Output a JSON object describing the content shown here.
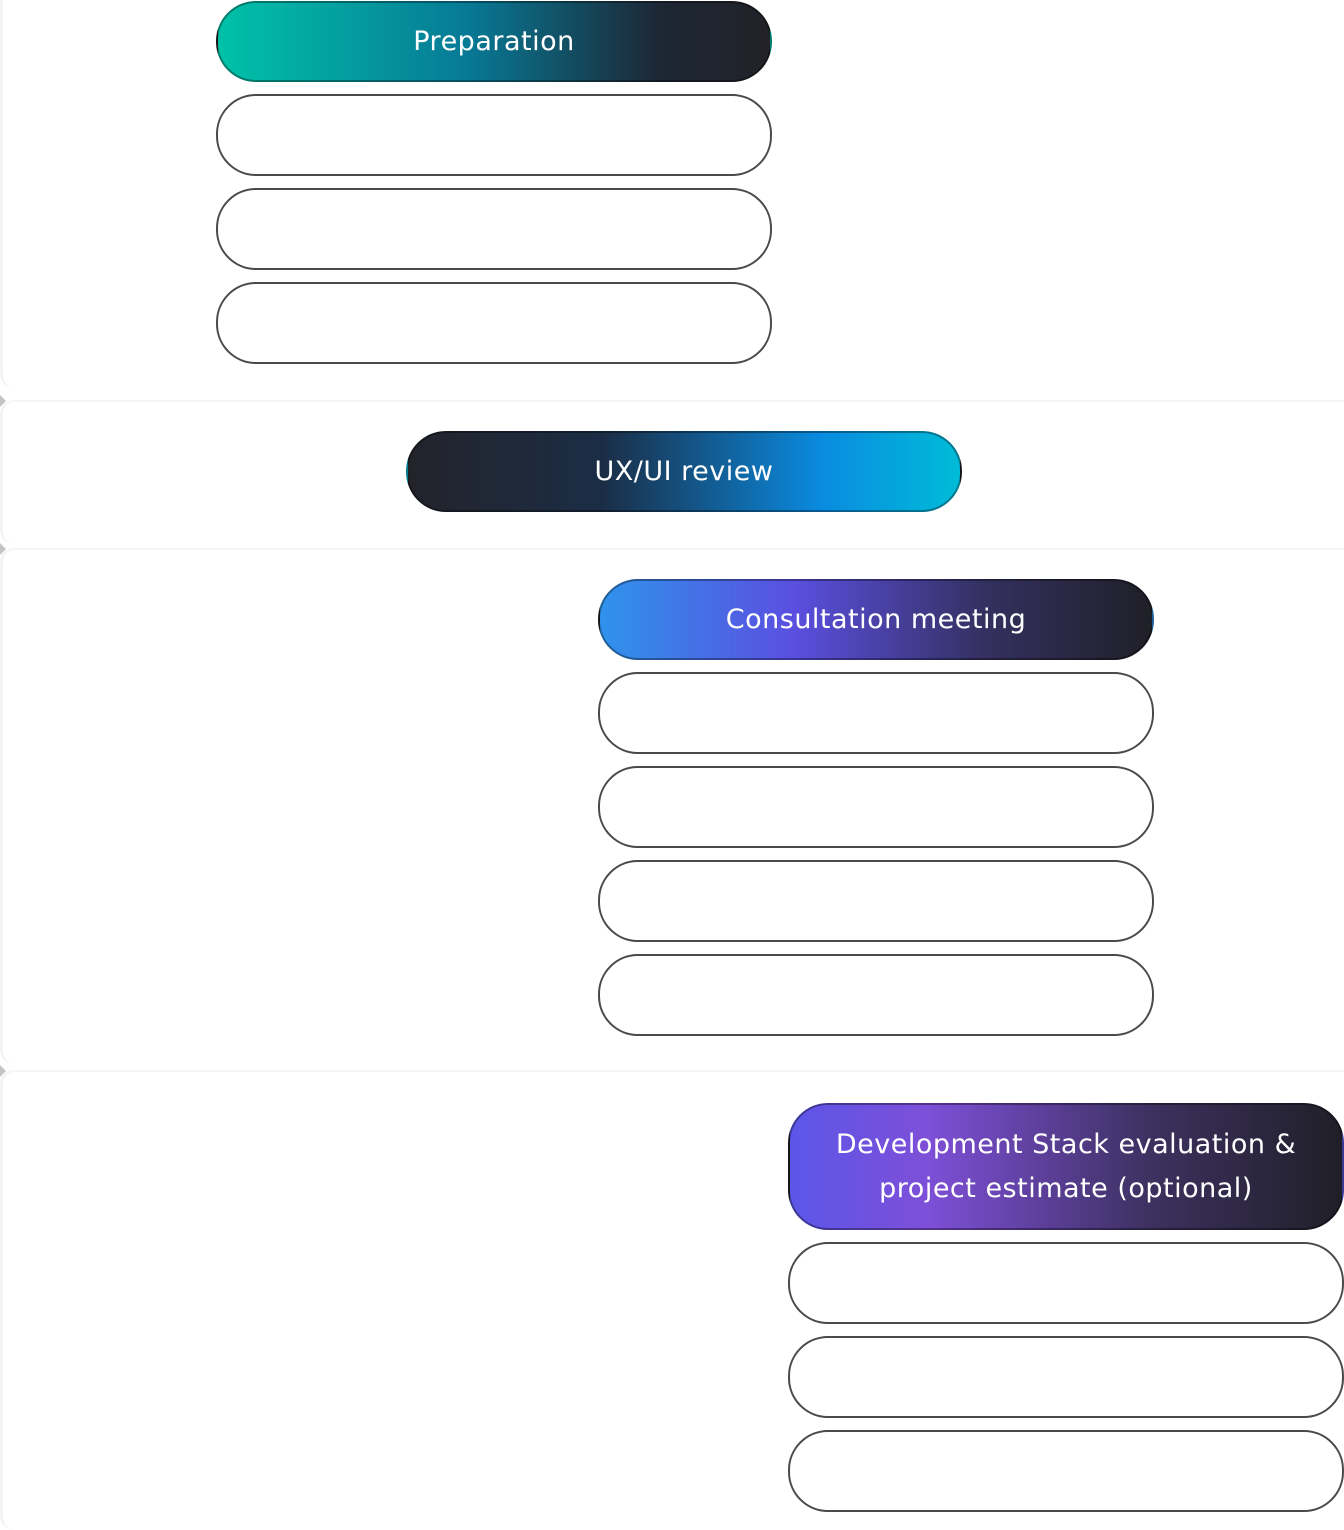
{
  "diagram": {
    "phases": [
      {
        "title": "Preparation",
        "steps": [
          {
            "label": ""
          },
          {
            "label": ""
          },
          {
            "label": ""
          }
        ]
      },
      {
        "title": "UX/UI review",
        "steps": []
      },
      {
        "title": "Consultation meeting",
        "steps": [
          {
            "label": ""
          },
          {
            "label": ""
          },
          {
            "label": ""
          },
          {
            "label": ""
          }
        ]
      },
      {
        "title": "Development Stack evaluation & project estimate (optional)",
        "steps": [
          {
            "label": ""
          },
          {
            "label": ""
          },
          {
            "label": ""
          }
        ]
      }
    ],
    "colors": {
      "preparation": [
        "#00c2a8",
        "#077a96",
        "#222228"
      ],
      "ux_ui_review": [
        "#23232b",
        "#0a8be0",
        "#00bcd8"
      ],
      "consultation": [
        "#2f93ec",
        "#5a4fe0",
        "#1f1f27"
      ],
      "development": [
        "#5b56e8",
        "#7e4fd8",
        "#1f1f27"
      ],
      "step_border": "#4a4a4a",
      "bracket": "#c4c4c4"
    }
  }
}
